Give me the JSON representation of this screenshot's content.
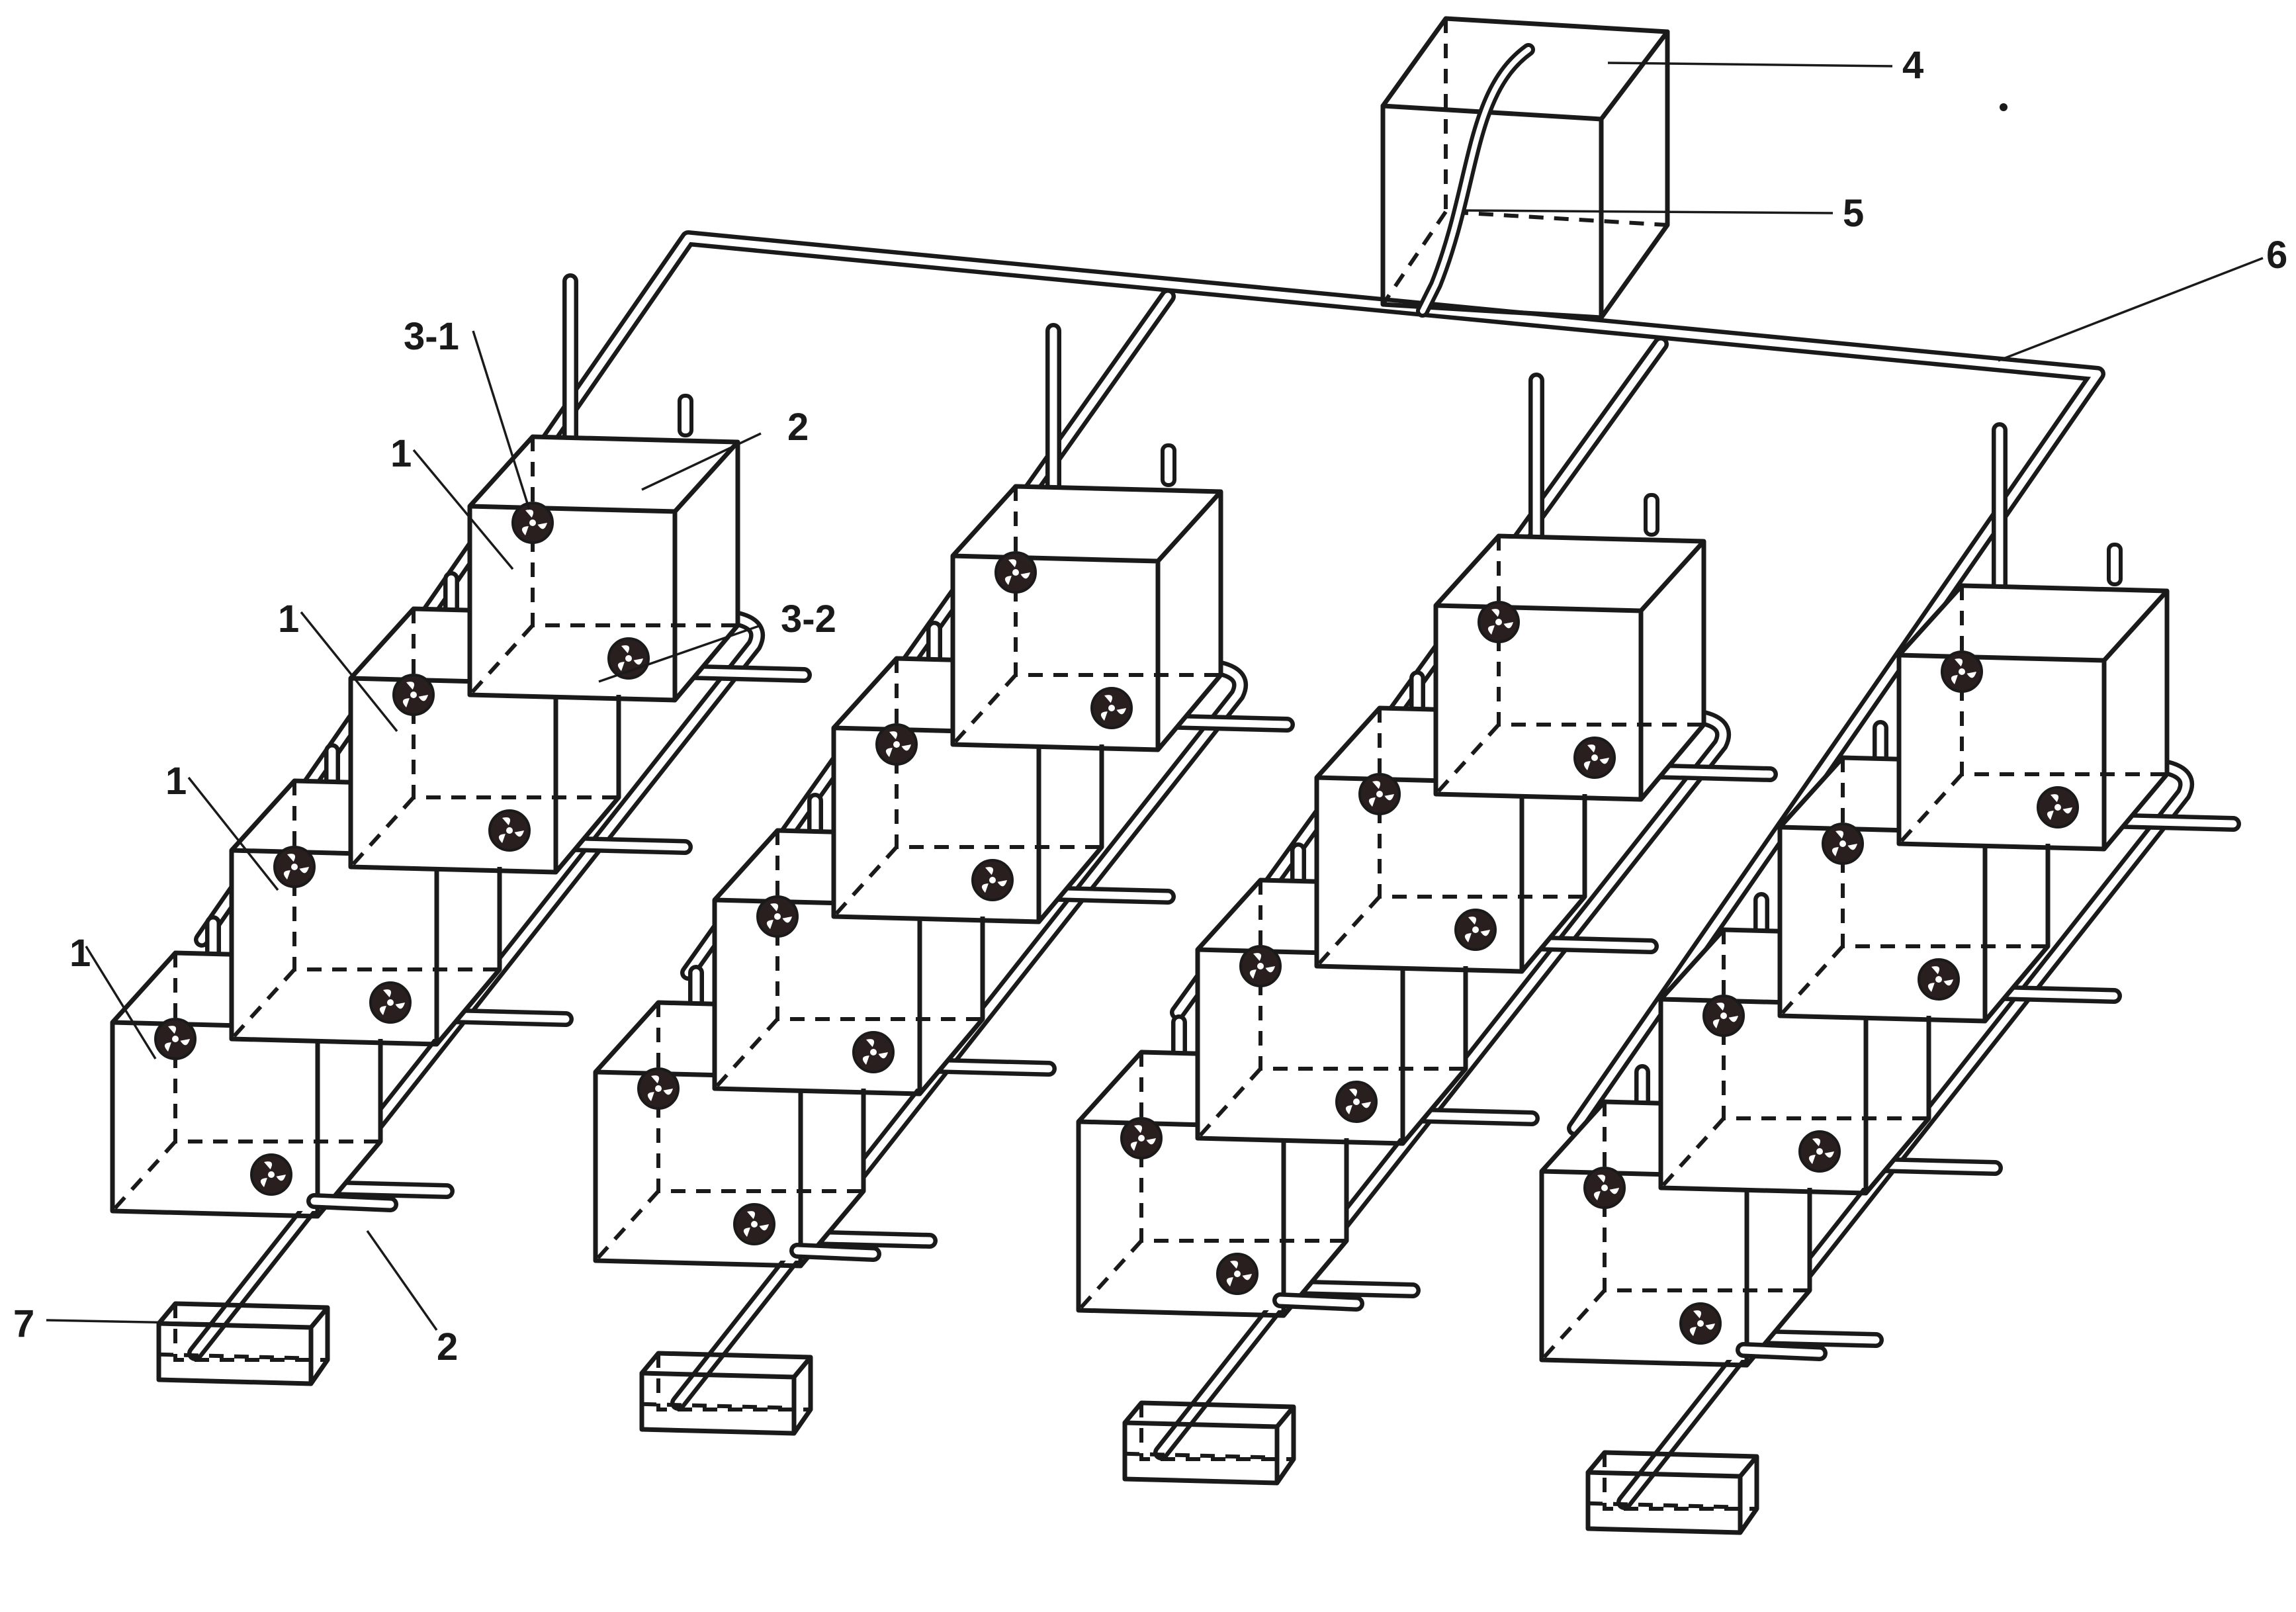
{
  "labels": {
    "module": "1",
    "outlet_pipe": "2",
    "top_fan": "3-1",
    "bottom_fan": "3-2",
    "tank": "4",
    "feed_tube": "5",
    "main_pipe": "6",
    "collector": "7"
  },
  "diagram": {
    "rows": 4,
    "modules_per_row": 4,
    "components": [
      "module",
      "outlet_pipe",
      "top_fan",
      "bottom_fan",
      "tank",
      "feed_tube",
      "main_pipe",
      "collector"
    ]
  },
  "colors": {
    "line": "#1a1a1a",
    "background": "#ffffff",
    "fan": "#2a1f1f"
  }
}
